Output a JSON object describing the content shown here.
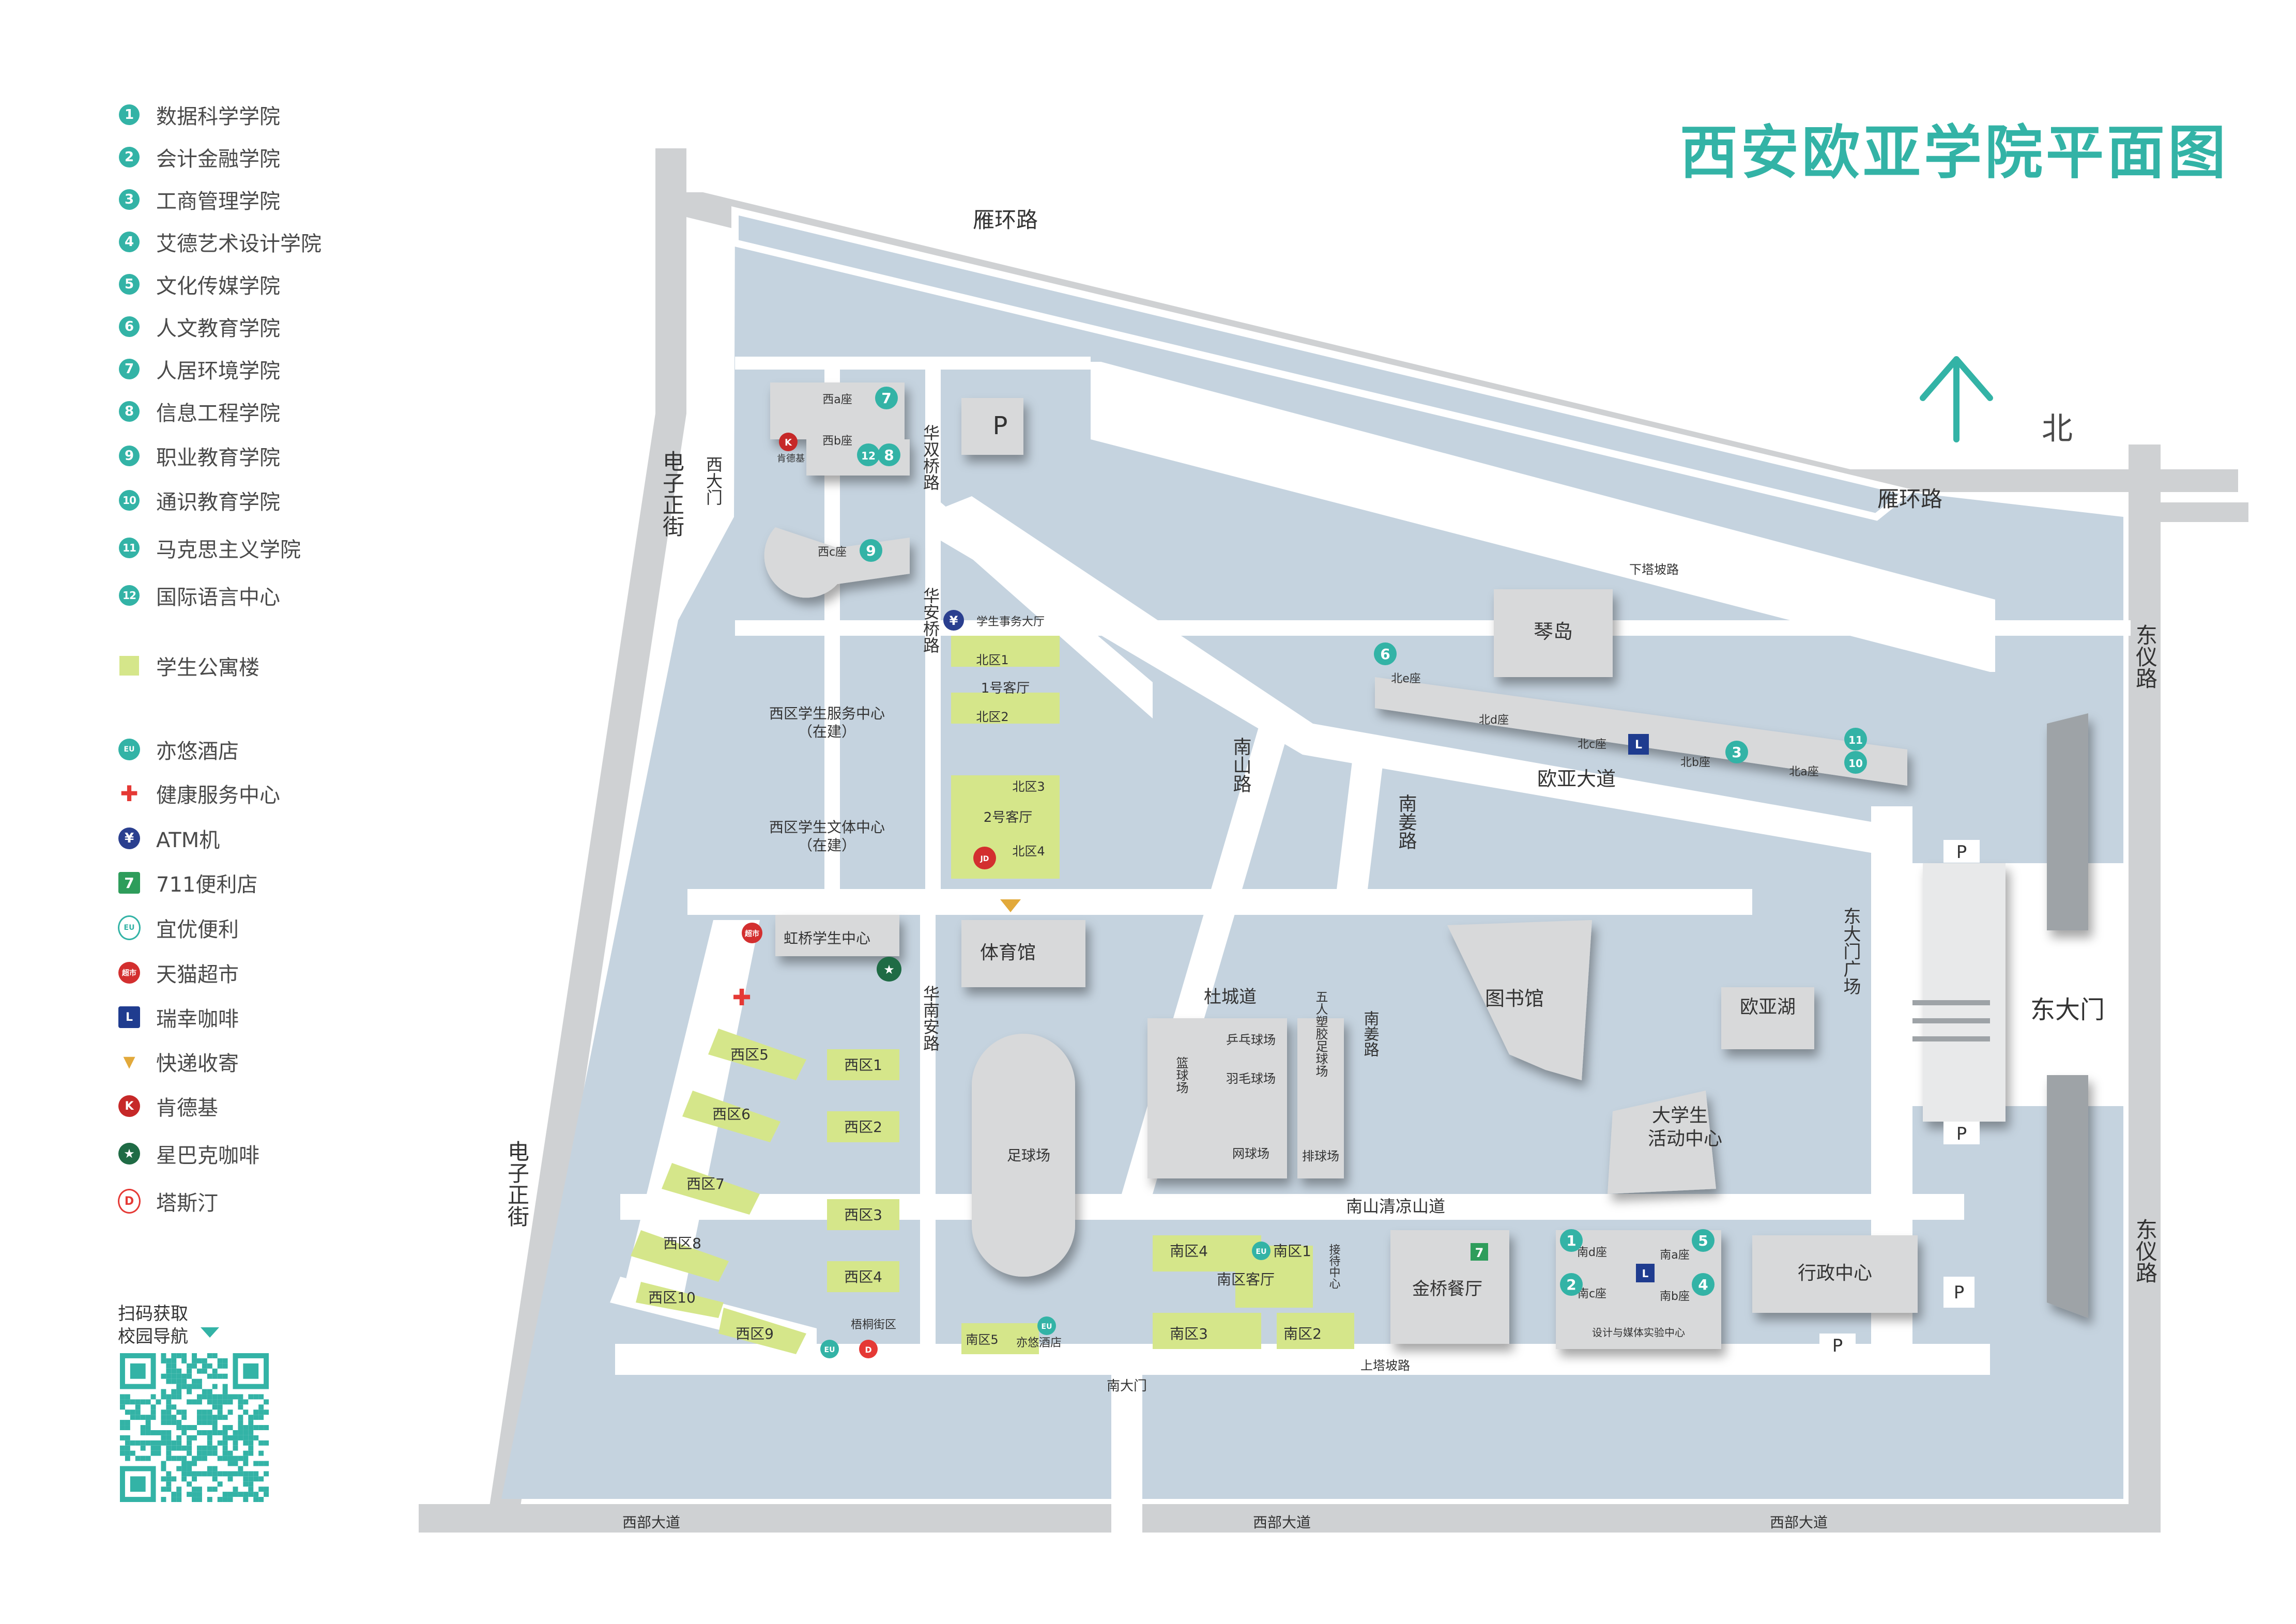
{
  "title": "西安欧亚学院平面图",
  "compass": {
    "label": "北"
  },
  "legend": {
    "colleges": [
      {
        "num": "1",
        "label": "数据科学学院"
      },
      {
        "num": "2",
        "label": "会计金融学院"
      },
      {
        "num": "3",
        "label": "工商管理学院"
      },
      {
        "num": "4",
        "label": "艾德艺术设计学院"
      },
      {
        "num": "5",
        "label": "文化传媒学院"
      },
      {
        "num": "6",
        "label": "人文教育学院"
      },
      {
        "num": "7",
        "label": "人居环境学院"
      },
      {
        "num": "8",
        "label": "信息工程学院"
      },
      {
        "num": "9",
        "label": "职业教育学院"
      },
      {
        "num": "10",
        "label": "通识教育学院"
      },
      {
        "num": "11",
        "label": "马克思主义学院"
      },
      {
        "num": "12",
        "label": "国际语言中心"
      }
    ],
    "dorm": {
      "label": "学生公寓楼"
    },
    "services": [
      {
        "icon": "eu-hotel-icon",
        "mark": "EU",
        "label": "亦悠酒店",
        "color": "#33b3a6"
      },
      {
        "icon": "health-cross-icon",
        "mark": "✚",
        "label": "健康服务中心",
        "color": "#e53935"
      },
      {
        "icon": "atm-icon",
        "mark": "¥",
        "label": "ATM机",
        "color": "#2a3f8f"
      },
      {
        "icon": "seven-eleven-icon",
        "mark": "7",
        "label": "711便利店",
        "color": "#2e9d5b"
      },
      {
        "icon": "yiyou-store-icon",
        "mark": "EU",
        "label": "宜优便利",
        "color": "#33b3a6"
      },
      {
        "icon": "tmall-icon",
        "mark": "超市",
        "label": "天猫超市",
        "color": "#d32f2f"
      },
      {
        "icon": "luckin-coffee-icon",
        "mark": "L",
        "label": "瑞幸咖啡",
        "color": "#1f3c8f"
      },
      {
        "icon": "express-icon",
        "mark": "▼",
        "label": "快递收寄",
        "color": "#e2a93b"
      },
      {
        "icon": "kfc-icon",
        "mark": "K",
        "label": "肯德基",
        "color": "#c62828"
      },
      {
        "icon": "starbucks-icon",
        "mark": "★",
        "label": "星巴克咖啡",
        "color": "#1f6b45"
      },
      {
        "icon": "dicos-icon",
        "mark": "D",
        "label": "塔斯汀",
        "color": "#e53935"
      }
    ]
  },
  "qr": {
    "line1": "扫码获取",
    "line2": "校园导航"
  },
  "roads": {
    "yanhuan_1": "雁环路",
    "yanhuan_2": "雁环路",
    "dianzizheng_1": "电子正街",
    "dianzizheng_2": "电子正街",
    "dongyi_1": "东仪路",
    "dongyi_2": "东仪路",
    "xibu_1": "西部大道",
    "xibu_2": "西部大道",
    "xibu_3": "西部大道",
    "huashuangqiao": "华双桥路",
    "huaanqiao": "华安桥路",
    "huanan": "华南安路",
    "nanshan": "南山路",
    "nanjiang": "南姜路",
    "ouyadadao": "欧亚大道",
    "ducheng": "杜城道",
    "qingliang": "南山清凉山道",
    "shangtapo": "上塔坡路",
    "xiatapo": "下塔坡路",
    "beibunan": "南姜路"
  },
  "gates": {
    "west": "西大门",
    "east": "东大门",
    "south": "南大门",
    "east_square": "东大门广场"
  },
  "places": {
    "xi_a": "西a座",
    "xi_b": "西b座",
    "xi_c": "西c座",
    "kfc": "肯德基",
    "parking": "P",
    "xiqu_service": "西区学生服务中心",
    "xiqu_culture": "西区学生文体中心",
    "under_construction": "（在建）",
    "affairs": "学生事务大厅",
    "bei1": "北区1",
    "bei2": "北区2",
    "bei3": "北区3",
    "bei4": "北区4",
    "lounge1": "1号客厅",
    "lounge2": "2号客厅",
    "qindao": "琴岛",
    "bei_e": "北e座",
    "bei_d": "北d座",
    "bei_c": "北c座",
    "bei_b": "北b座",
    "bei_a": "北a座",
    "hongqiao": "虹桥学生中心",
    "gym": "体育馆",
    "library": "图书馆",
    "ouyahu": "欧亚湖",
    "activity_1": "大学生",
    "activity_2": "活动中心",
    "xi5": "西区5",
    "xi6": "西区6",
    "xi7": "西区7",
    "xi8": "西区8",
    "xi9": "西区9",
    "xi10": "西区10",
    "xi1": "西区1",
    "xi2": "西区2",
    "xi3": "西区3",
    "xi4": "西区4",
    "football": "足球场",
    "pingpong": "乒乓球场",
    "badminton": "羽毛球场",
    "tennis": "网球场",
    "basketball": "篮球场",
    "five_football": "五人塑胶足球场",
    "volleyball": "排球场",
    "nan1": "南区1",
    "nan2": "南区2",
    "nan3": "南区3",
    "nan4": "南区4",
    "nan5": "南区5",
    "nan_lounge": "南区客厅",
    "reception": "接待中心",
    "jinqiao": "金桥餐厅",
    "nan_a": "南a座",
    "nan_b": "南b座",
    "nan_c": "南c座",
    "nan_d": "南d座",
    "design_center": "设计与媒体实验中心",
    "admin": "行政中心",
    "youyou_hotel": "亦悠酒店",
    "wutong": "梧桐街区"
  }
}
